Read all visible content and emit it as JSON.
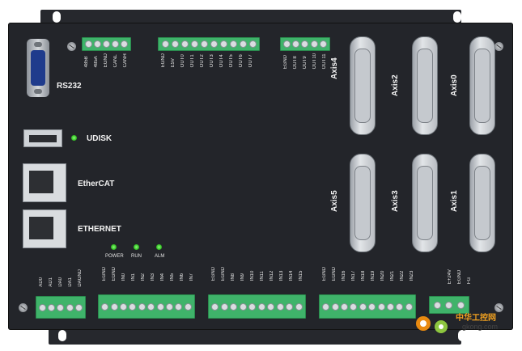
{
  "ports": {
    "rs232": "RS232",
    "udisk": "UDISK",
    "ethercat": "EtherCAT",
    "ethernet": "ETHERNET"
  },
  "leds": [
    "POWER",
    "RUN",
    "ALM"
  ],
  "axes": {
    "top": [
      "Axis4",
      "Axis2",
      "Axis0"
    ],
    "bottom": [
      "Axis5",
      "Axis3",
      "Axis1"
    ]
  },
  "top_terminals": {
    "can485": [
      "485B",
      "485A",
      "EGND",
      "CANL",
      "CANH"
    ],
    "outputs_a": [
      "EGND",
      "E5V",
      "OUT0",
      "OUT1",
      "OUT2",
      "OUT3",
      "OUT4",
      "OUT5",
      "OUT6",
      "OUT7"
    ],
    "outputs_b": [
      "EGND",
      "OUT8",
      "OUT9",
      "OUT10",
      "OUT11"
    ]
  },
  "bottom_terminals": {
    "analog": [
      "AD0",
      "AD1",
      "DA0",
      "DA1",
      "DAGND"
    ],
    "inputs_a": [
      "EGND",
      "EGND",
      "IN0",
      "IN1",
      "IN2",
      "IN3",
      "IN4",
      "IN5",
      "IN6",
      "IN7"
    ],
    "inputs_b": [
      "EGND",
      "EGND",
      "IN8",
      "IN9",
      "IN10",
      "IN11",
      "IN12",
      "IN13",
      "IN14",
      "IN15"
    ],
    "inputs_c": [
      "EGND",
      "EGND",
      "IN16",
      "IN17",
      "IN18",
      "IN19",
      "IN20",
      "IN21",
      "IN22",
      "IN23"
    ],
    "power": [
      "E+24V",
      "EGND",
      "FG"
    ]
  },
  "watermark": {
    "cn": "中华工控网",
    "url": "gkong.com"
  }
}
